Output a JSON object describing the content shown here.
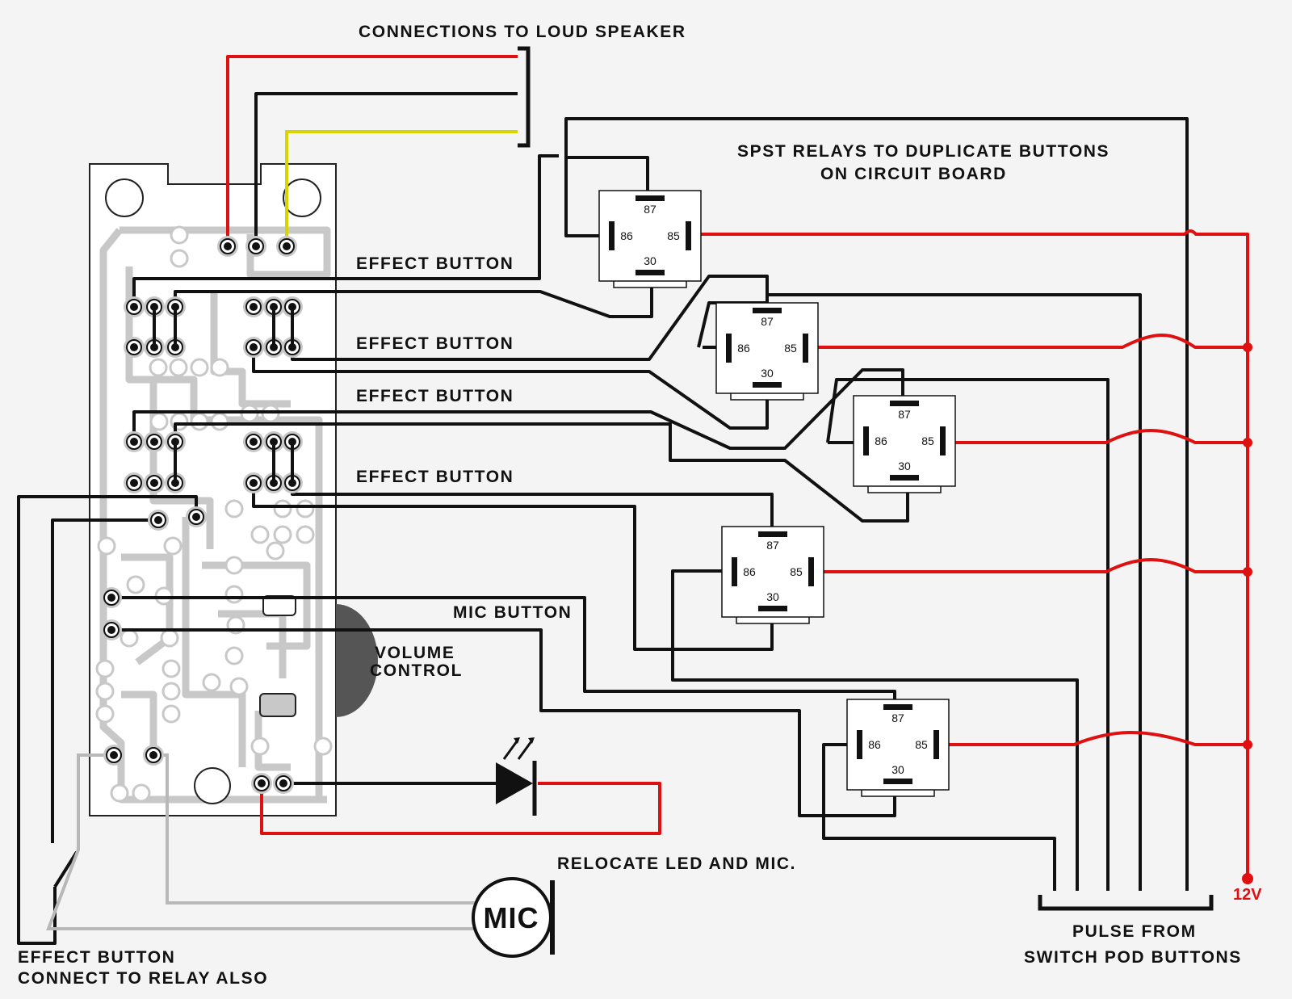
{
  "labels": {
    "speaker": "CONNECTIONS TO LOUD SPEAKER",
    "relays_line1": "SPST RELAYS TO DUPLICATE BUTTONS",
    "relays_line2": "ON CIRCUIT BOARD",
    "effect_button": "EFFECT BUTTON",
    "mic_button": "MIC BUTTON",
    "volume_line1": "VOLUME",
    "volume_line2": "CONTROL",
    "relocate": "RELOCATE LED AND MIC.",
    "pulse_line1": "PULSE FROM",
    "pulse_line2": "SWITCH POD BUTTONS",
    "effect_bottom_line1": "EFFECT BUTTON",
    "effect_bottom_line2": "CONNECT TO RELAY ALSO",
    "supply": "12V",
    "mic": "MIC"
  },
  "relay_pins": [
    "87",
    "86",
    "85",
    "30"
  ],
  "colors": {
    "wire_black": "#111111",
    "wire_red": "#e01010",
    "wire_yellow": "#d8d400",
    "wire_gray": "#b8b8b8",
    "pcb_trace": "#c8c8c8",
    "volume_knob": "#555555"
  }
}
